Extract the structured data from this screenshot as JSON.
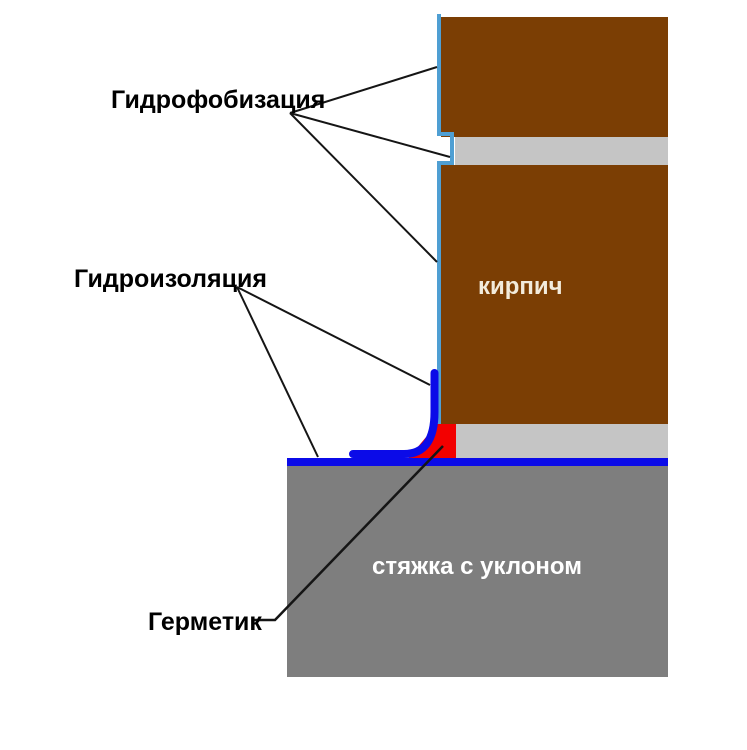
{
  "labels": {
    "hydrophobization": "Гидрофобизация",
    "waterproofing": "Гидроизоляция",
    "brick": "кирпич",
    "screed": "стяжка с уклоном",
    "sealant": "Герметик"
  },
  "colors": {
    "background": "#FFFFFF",
    "brick": "#7B3E04",
    "mortar_joint": "#C5C5C5",
    "screed": "#7E7E7E",
    "membrane_blue": "#0B0BE8",
    "coating_blue": "#4F9FD3",
    "sealant_red": "#F30000",
    "leader_line": "#151515",
    "label_text": "#000000",
    "brick_label_text": "#F2EBDC",
    "screed_label_text": "#FFFFFF"
  }
}
